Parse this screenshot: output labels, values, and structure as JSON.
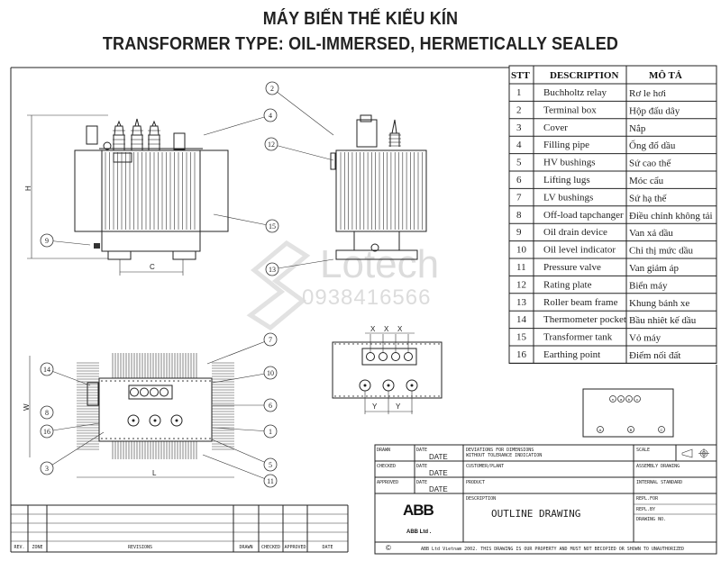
{
  "title": {
    "line1": "MÁY BIẾN THẾ KIỂU KÍN",
    "line2": "TRANSFORMER TYPE: OIL-IMMERSED, HERMETICALLY SEALED"
  },
  "parts_table": {
    "headers": [
      "STT",
      "DESCRIPTION",
      "MÔ TẢ"
    ],
    "rows": [
      [
        "1",
        "Buchholtz relay",
        "Rơ le hơi"
      ],
      [
        "2",
        "Terminal box",
        "Hộp đấu dây"
      ],
      [
        "3",
        "Cover",
        "Nắp"
      ],
      [
        "4",
        "Filling pipe",
        "Ống đổ dầu"
      ],
      [
        "5",
        "HV bushings",
        "Sứ cao thế"
      ],
      [
        "6",
        "Lifting lugs",
        "Móc cẩu"
      ],
      [
        "7",
        "LV bushings",
        "Sứ hạ thế"
      ],
      [
        "8",
        "Off-load tapchanger",
        "Điều chỉnh không tải"
      ],
      [
        "9",
        "Oil drain device",
        "Van xả dầu"
      ],
      [
        "10",
        "Oil level indicator",
        "Chỉ thị mức dầu"
      ],
      [
        "11",
        "Pressure valve",
        "Van giảm áp"
      ],
      [
        "12",
        "Rating plate",
        "Biển máy"
      ],
      [
        "13",
        "Roller beam frame",
        "Khung bánh xe"
      ],
      [
        "14",
        "Thermometer pocket",
        "Bầu nhiêt kế dầu"
      ],
      [
        "15",
        "Transformer tank",
        "Vỏ máy"
      ],
      [
        "16",
        "Earthing point",
        "Điểm nối đất"
      ]
    ]
  },
  "dimensions": {
    "H": "H",
    "C": "C",
    "W": "W",
    "L": "L",
    "X": "X",
    "Y": "Y"
  },
  "callouts": [
    "1",
    "2",
    "3",
    "4",
    "5",
    "6",
    "7",
    "8",
    "9",
    "10",
    "11",
    "12",
    "13",
    "14",
    "15",
    "16"
  ],
  "terminal_diagram": {
    "lv": [
      "n",
      "a",
      "b",
      "c"
    ],
    "hv": [
      "A",
      "B",
      "C"
    ]
  },
  "watermark": {
    "brand": "Lotech",
    "phone": "0938416566"
  },
  "title_block": {
    "drawn": "DRAWN",
    "checked": "CHECKED",
    "approved": "APPROVED",
    "date_label": "DATE",
    "date_value": "DATE",
    "deviations_1": "DEVIATIONS FOR DIMENSIONS",
    "deviations_2": "WITHOUT TOLERANCE INDICATION",
    "customer": "CUSTOMER/PLANT",
    "product": "PRODUCT",
    "description": "DESCRIPTION",
    "scale": "SCALE",
    "assembly": "ASSEMBLY DRAWING",
    "internal": "INTERNAL STANDARD",
    "repl_for": "REPL.FOR",
    "repl_by": "REPL.BY",
    "drawing_no": "DRAWING NO.",
    "drawing_title": "OUTLINE DRAWING",
    "logo": "ABB",
    "company": "ABB Ltd .",
    "copyright_symbol": "©",
    "copyright": "ABB Ltd Vietnam 2002.  THIS DRAWING IS OUR PROPERTY AND MUST NOT BECOPIED OR SHOWN TO UNAUTHORIZED"
  },
  "revision_table": {
    "headers": [
      "REV.",
      "ZONE",
      "REVISIONS",
      "DRAWN",
      "CHECKED",
      "APPROVED",
      "DATE"
    ]
  }
}
